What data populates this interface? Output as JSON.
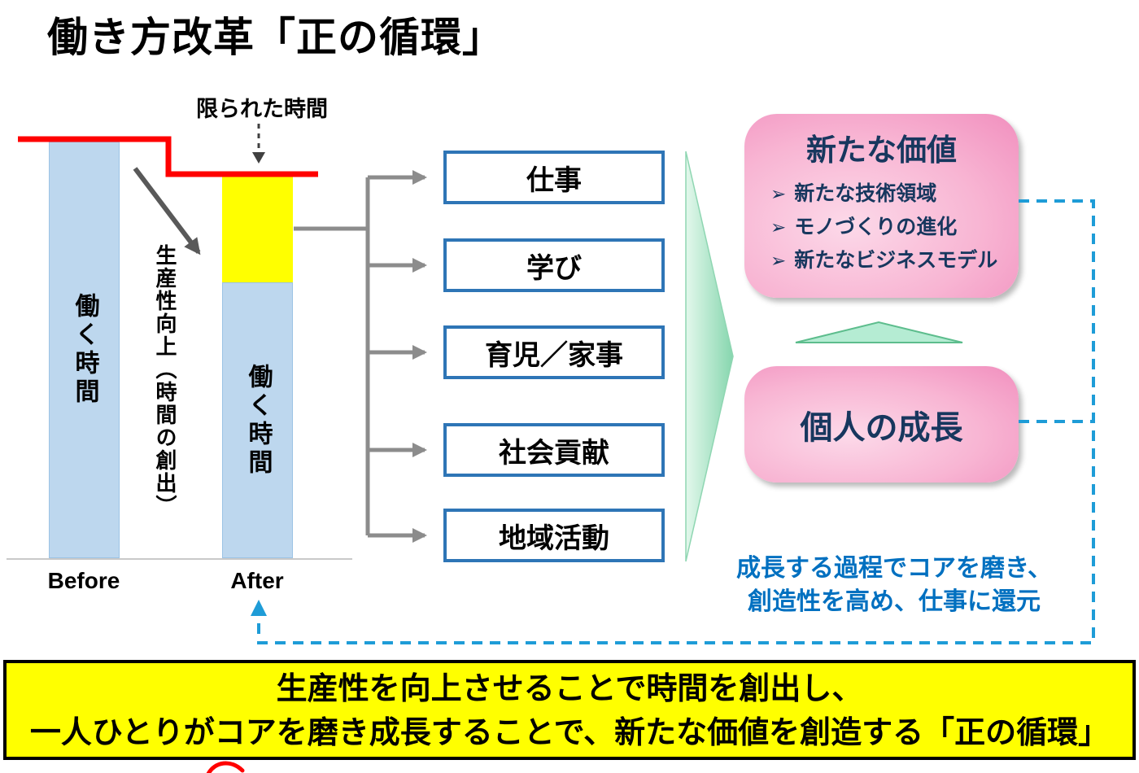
{
  "title": "働き方改革「正の循環」",
  "chart": {
    "limited_time_label": "限られた時間",
    "productivity_label": "生産性向上（時間の創出）",
    "before_bar_label": "働く時間",
    "after_bar_label": "働く時間",
    "before_axis_label": "Before",
    "after_axis_label": "After"
  },
  "activities": [
    "仕事",
    "学び",
    "育児／家事",
    "社会貢献",
    "地域活動"
  ],
  "bullet_marker": "➢",
  "outcomes": {
    "new_value": {
      "title": "新たな価値",
      "bullets": [
        "新たな技術領域",
        "モノづくりの進化",
        "新たなビジネスモデル"
      ]
    },
    "personal_growth": {
      "title": "個人の成長"
    }
  },
  "growth_note": {
    "line1": "成長する過程でコアを磨き、",
    "line2": "創造性を高め、仕事に還元"
  },
  "banner": {
    "line1": "生産性を向上させることで時間を創出し、",
    "line2": "一人ひとりがコアを磨き成長することで、新たな価値を創造する「正の循環」"
  },
  "colors": {
    "bar_blue": "#BDD7EE",
    "created_time_yellow": "#FFFF00",
    "limit_red": "#FF0000",
    "box_border_blue": "#2E75B6",
    "merge_green": "#A8E3C6",
    "card_pink": "#F7A6CB",
    "card_text_navy": "#17375E",
    "note_blue": "#0070C0",
    "cycle_dash_blue": "#1E9CD7",
    "banner_yellow": "#FFFF00"
  }
}
